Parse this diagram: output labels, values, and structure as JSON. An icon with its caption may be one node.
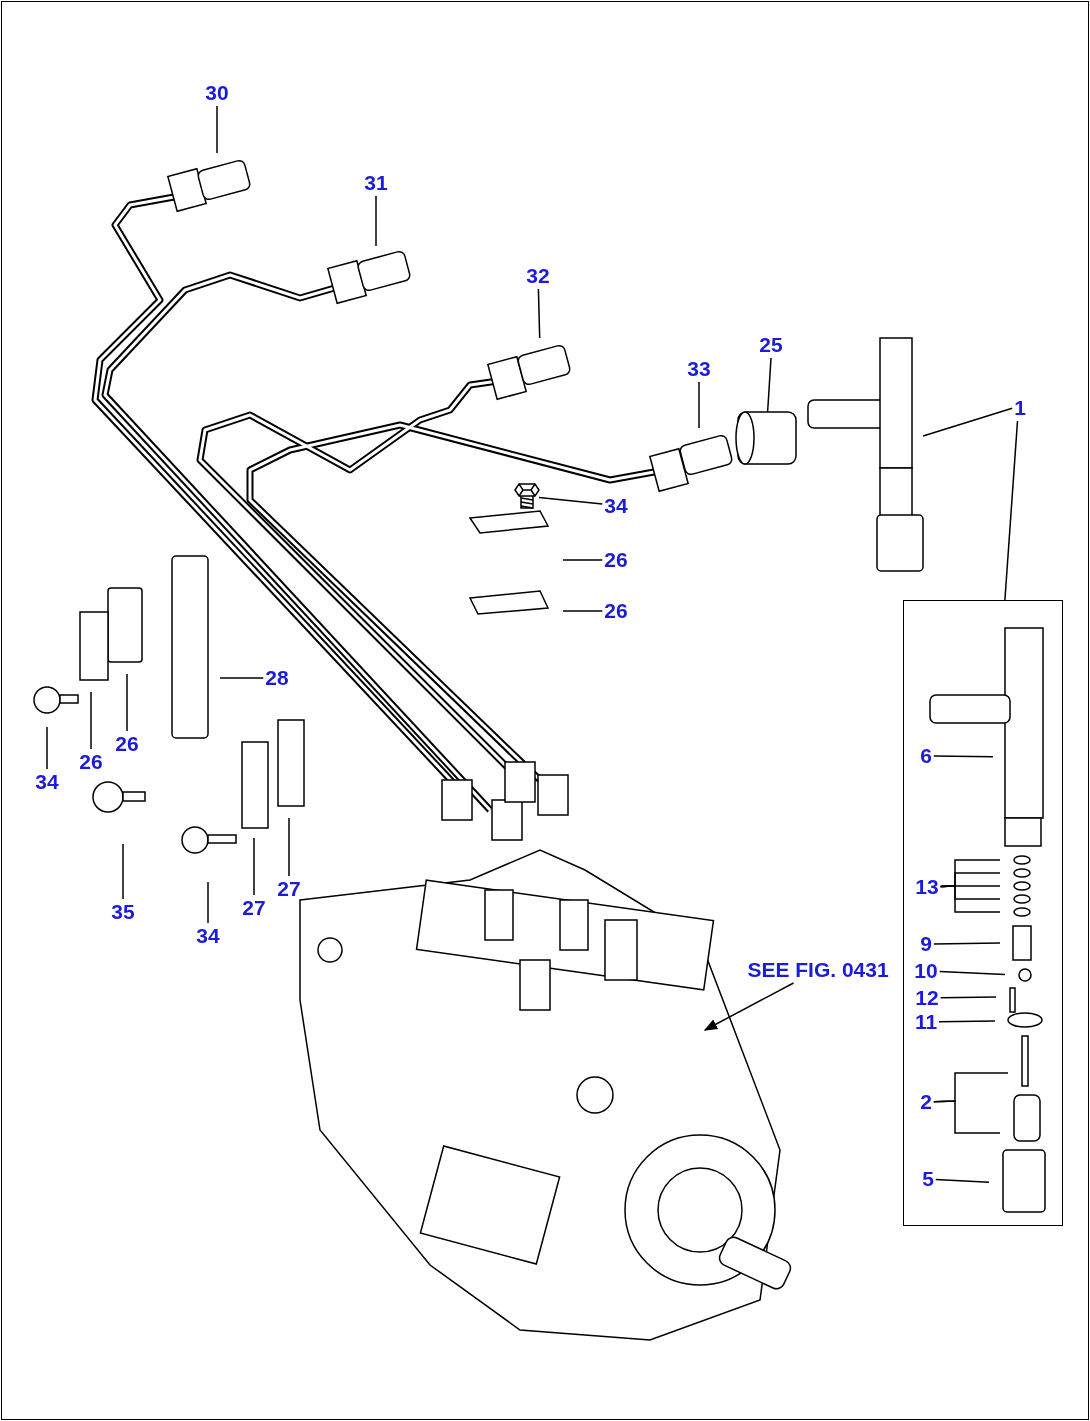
{
  "diagram": {
    "nodes": [
      {
        "text": [
          "30"
        ]
      },
      {
        "text": [
          "31"
        ]
      },
      {
        "text": [
          "32"
        ]
      },
      {
        "text": [
          "33"
        ]
      },
      {
        "text": [
          "25"
        ]
      },
      {
        "text": [
          "1"
        ]
      },
      {
        "text": [],
        "shape": "box"
      },
      {
        "text": [
          "34"
        ]
      },
      {
        "text": [
          "26"
        ]
      },
      {
        "text": [
          "26"
        ]
      },
      {
        "text": [
          "28"
        ]
      },
      {
        "text": [
          "34"
        ]
      },
      {
        "text": [
          "26"
        ]
      },
      {
        "text": [
          "26"
        ]
      },
      {
        "text": [
          "27"
        ]
      },
      {
        "text": [
          "27"
        ]
      },
      {
        "text": [
          "35"
        ]
      },
      {
        "text": [
          "34"
        ]
      },
      {
        "text": [
          "6"
        ],
        "in": 6
      },
      {
        "text": [
          "13"
        ],
        "in": 6
      },
      {
        "text": [
          "9"
        ],
        "in": 6
      },
      {
        "text": [
          "10"
        ],
        "in": 6
      },
      {
        "text": [
          "12"
        ],
        "in": 6
      },
      {
        "text": [
          "11"
        ],
        "in": 6
      },
      {
        "text": [
          "2"
        ],
        "in": 6
      },
      {
        "text": [
          "5"
        ],
        "in": 6
      },
      {
        "text": [
          "SEE FIG. 0431"
        ]
      },
      {
        "text": [],
        "shape": "picture"
      },
      {
        "text": [],
        "shape": "picture"
      },
      {
        "text": [],
        "shape": "picture"
      }
    ],
    "edges": [
      {
        "from": 0,
        "to": null,
        "arrow": "none"
      },
      {
        "from": 1,
        "to": null,
        "arrow": "none"
      },
      {
        "from": 2,
        "to": null,
        "arrow": "none"
      },
      {
        "from": 3,
        "to": null,
        "arrow": "none"
      },
      {
        "from": 4,
        "to": 28,
        "arrow": "none"
      },
      {
        "from": 5,
        "to": 29,
        "arrow": "none"
      },
      {
        "from": 5,
        "to": 6,
        "arrow": "none"
      },
      {
        "from": 7,
        "to": 27,
        "arrow": "none"
      },
      {
        "from": 8,
        "to": null,
        "arrow": "none"
      },
      {
        "from": 9,
        "to": null,
        "arrow": "none"
      },
      {
        "from": 10,
        "to": null,
        "arrow": "none"
      },
      {
        "from": 11,
        "to": null,
        "arrow": "none"
      },
      {
        "from": 12,
        "to": null,
        "arrow": "none"
      },
      {
        "from": 13,
        "to": null,
        "arrow": "none"
      },
      {
        "from": 14,
        "to": null,
        "arrow": "none"
      },
      {
        "from": 15,
        "to": null,
        "arrow": "none"
      },
      {
        "from": 16,
        "to": null,
        "arrow": "none"
      },
      {
        "from": 17,
        "to": null,
        "arrow": "none"
      },
      {
        "from": 18,
        "to": null,
        "arrow": "none"
      },
      {
        "from": 19,
        "to": null,
        "arrow": "none"
      },
      {
        "from": 19,
        "to": null,
        "arrow": "none"
      },
      {
        "from": 19,
        "to": null,
        "arrow": "none"
      },
      {
        "from": 19,
        "to": null,
        "arrow": "none"
      },
      {
        "from": 19,
        "to": null,
        "arrow": "none"
      },
      {
        "from": 20,
        "to": null,
        "arrow": "none"
      },
      {
        "from": 21,
        "to": null,
        "arrow": "none"
      },
      {
        "from": 22,
        "to": null,
        "arrow": "none"
      },
      {
        "from": 23,
        "to": null,
        "arrow": "none"
      },
      {
        "from": 24,
        "to": null,
        "arrow": "none"
      },
      {
        "from": 24,
        "to": null,
        "arrow": "none"
      },
      {
        "from": 25,
        "to": null,
        "arrow": "none"
      },
      {
        "from": 26,
        "to": null,
        "arrow": "to"
      }
    ]
  }
}
